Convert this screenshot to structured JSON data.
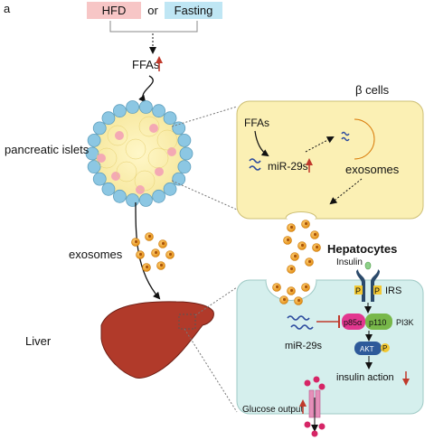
{
  "panel_label": "a",
  "top": {
    "hfd": "HFD",
    "or": "or",
    "fasting": "Fasting"
  },
  "ffas_top": "FFAs",
  "islets_label": "pancreatic islets",
  "exosomes_left": "exosomes",
  "liver_label": "Liver",
  "beta": {
    "title": "β cells",
    "ffas": "FFAs",
    "mir": "miR-29s",
    "exosomes": "exosomes"
  },
  "hepatocytes": {
    "title": "Hepatocytes",
    "insulin": "Insulin",
    "p1": "P",
    "p2": "P",
    "irs": "IRS",
    "p85": "p85α",
    "p110": "p110",
    "pi3k": "PI3K",
    "akt": "AKT",
    "akt_p": "P",
    "insulin_action": "insulin action",
    "mir": "miR-29s",
    "glucose_output": "Glucose output"
  },
  "colors": {
    "hfd_bg": "#f7c6c6",
    "fasting_bg": "#bfe6f4",
    "beta_cell": "#fbf0b4",
    "hepatocyte": "#d5efed",
    "exosome": "#f2a324",
    "liver": "#b13a2a",
    "up_arrow": "#c0392b"
  }
}
